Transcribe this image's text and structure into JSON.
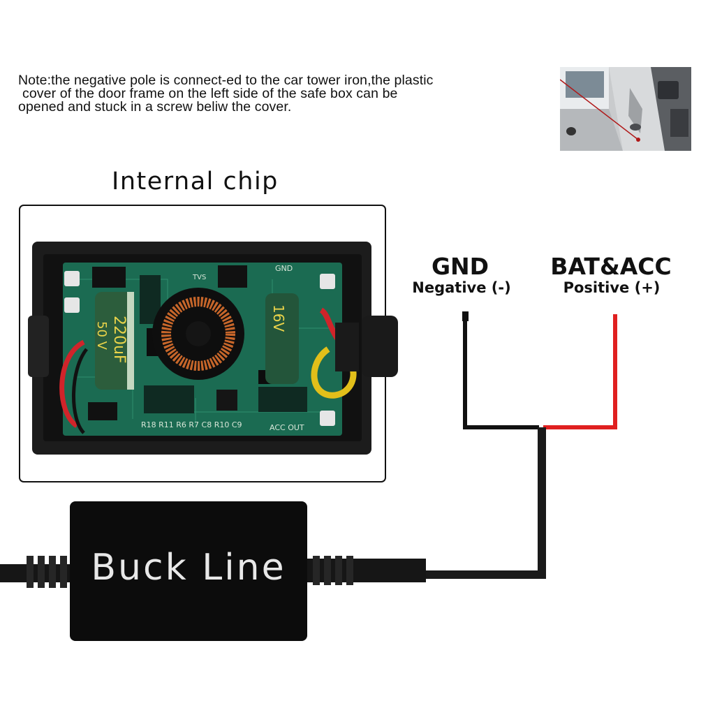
{
  "note": {
    "line1": "Note:the negative pole is connect-ed to the car tower iron,the plastic",
    "line2": "cover of the door frame on the left side of the safe box can be",
    "line3": "opened and stuck in a screw beliw the cover."
  },
  "internal_chip": {
    "title": "Internal chip",
    "capacitor_left": "220uF",
    "capacitor_left_voltage": "50 V",
    "capacitor_right": "16V",
    "board_labels": [
      "R18 R11 R6 R7 C8 R10 C9",
      "ACC OUT",
      "GND",
      "TVS"
    ]
  },
  "wires": {
    "gnd": {
      "title": "GND",
      "subtitle": "Negative (-)",
      "color": "#111111"
    },
    "bat": {
      "title": "BAT&ACC",
      "subtitle": "Positive (+)",
      "color": "#e02020"
    }
  },
  "module": {
    "label": "Buck Line"
  },
  "icons": [
    "car-door-photo",
    "circuit-board-photo"
  ]
}
